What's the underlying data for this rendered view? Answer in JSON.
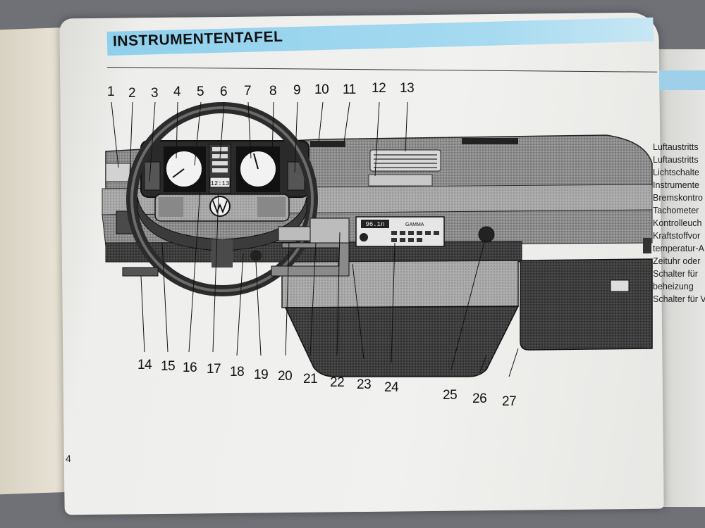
{
  "page": {
    "title": "INSTRUMENTENTAFEL",
    "page_number": "4"
  },
  "dashboard": {
    "clock_display": "12:13",
    "radio_display": "96.1n",
    "radio_brand": "GAMMA",
    "top_numbers": [
      "1",
      "2",
      "3",
      "4",
      "5",
      "6",
      "7",
      "8",
      "9",
      "10",
      "11",
      "12",
      "13"
    ],
    "bottom_numbers": [
      "14",
      "15",
      "16",
      "17",
      "18",
      "19",
      "20",
      "21",
      "22",
      "23",
      "24",
      "25",
      "26",
      "27"
    ]
  },
  "side_list": [
    "Luftaustritts",
    "Luftaustritts",
    "Lichtschalte",
    "Instrumente",
    "Bremskontro",
    "Tachometer",
    "Kontrolleuch",
    "Kraftstoffvor",
    "temperatur-A",
    "Zeituhr oder",
    "Schalter für",
    "beheizung",
    "Schalter für V"
  ]
}
